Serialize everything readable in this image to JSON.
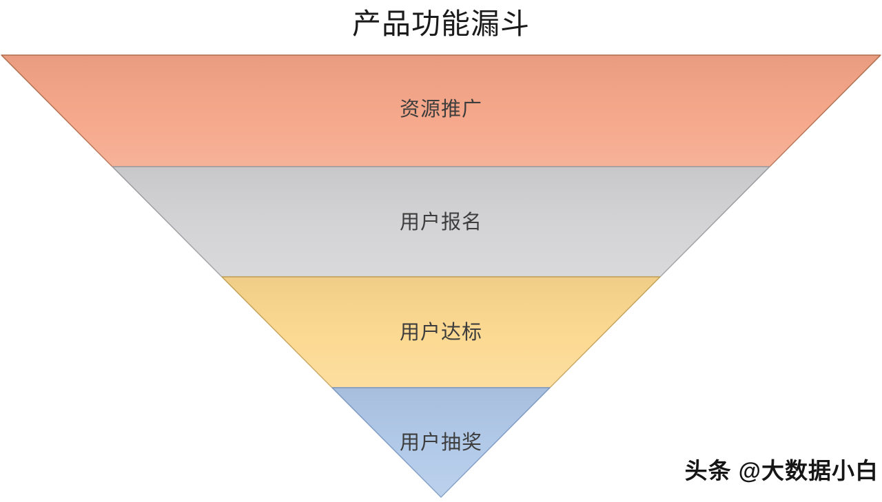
{
  "page": {
    "background": "#FFFFFF"
  },
  "watermark": {
    "text": "头条 @大数据小白"
  },
  "chart_data": {
    "type": "funnel",
    "title": "产品功能漏斗",
    "orientation": "inverted-pyramid",
    "legend": "none",
    "grid": false,
    "label_color": "#3D3D3D",
    "stages": [
      {
        "label": "资源推广",
        "fill": "#F5A486",
        "stroke": "#B2714F",
        "relative_top_width": 1.0
      },
      {
        "label": "用户报名",
        "fill": "#D2D1D4",
        "stroke": "#9E9DA2",
        "relative_top_width": 0.75
      },
      {
        "label": "用户达标",
        "fill": "#FCD88E",
        "stroke": "#C6A45A",
        "relative_top_width": 0.5
      },
      {
        "label": "用户抽奖",
        "fill": "#AFC8E8",
        "stroke": "#7E9AC5",
        "relative_top_width": 0.25
      }
    ]
  }
}
